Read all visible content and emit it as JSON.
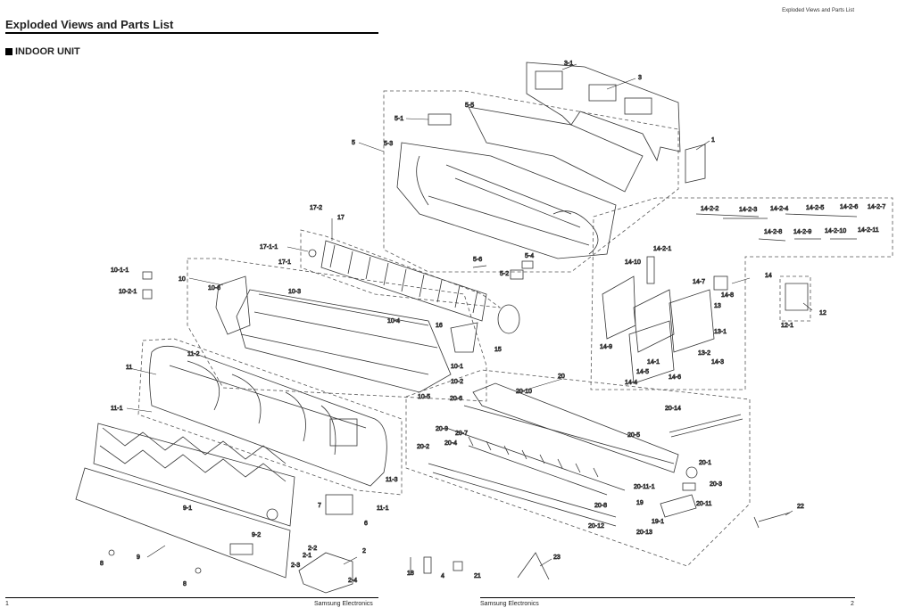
{
  "header": {
    "title": "Exploded Views and Parts List",
    "section": "INDOOR UNIT",
    "right_title": "Exploded Views and Parts List"
  },
  "footer": {
    "left_page": "1",
    "left_brand": "Samsung Electronics",
    "right_brand": "Samsung Electronics",
    "right_page": "2"
  },
  "labels": {
    "l3_1": "3-1",
    "l3": "3",
    "l1": "1",
    "l5_5": "5-5",
    "l5_1": "5-1",
    "l5": "5",
    "l5_3": "5-3",
    "l17_2": "17-2",
    "l17": "17",
    "l17_1_1": "17-1-1",
    "l17_1": "17-1",
    "l5_6": "5-6",
    "l5_4": "5-4",
    "l5_2": "5-2",
    "l10_1_1": "10-1-1",
    "l10_2_1": "10-2-1",
    "l10": "10",
    "l10_6": "10-6",
    "l10_3": "10-3",
    "l10_4": "10-4",
    "l16": "16",
    "l15": "15",
    "l10_1": "10-1",
    "l10_2": "10-2",
    "l10_5": "10-5",
    "l11": "11",
    "l11_2": "11-2",
    "l11_1": "11-1",
    "l11_3": "11-3",
    "l11_1b": "11-1",
    "l9_1": "9-1",
    "l9_2": "9-2",
    "l9": "9",
    "l8a": "8",
    "l8b": "8",
    "l7": "7",
    "l6": "6",
    "l2_2": "2-2",
    "l2_1": "2-1",
    "l2_3": "2-3",
    "l2": "2",
    "l2_4": "2-4",
    "l18": "18",
    "l4": "4",
    "l21": "21",
    "l23": "23",
    "l22": "22",
    "l20": "20",
    "l20_10": "20-10",
    "l20_6": "20-6",
    "l20_9": "20-9",
    "l20_7": "20-7",
    "l20_2": "20-2",
    "l20_4": "20-4",
    "l20_5": "20-5",
    "l20_14": "20-14",
    "l20_1": "20-1",
    "l20_3": "20-3",
    "l20_11_1": "20-11-1",
    "l20_11": "20-11",
    "l20_8": "20-8",
    "l20_12": "20-12",
    "l20_13": "20-13",
    "l19": "19",
    "l19_1": "19-1",
    "l14_2_2": "14-2-2",
    "l14_2_3": "14-2-3",
    "l14_2_4": "14-2-4",
    "l14_2_5": "14-2-5",
    "l14_2_6": "14-2-6",
    "l14_2_7": "14-2-7",
    "l14_2_8": "14-2-8",
    "l14_2_9": "14-2-9",
    "l14_2_10": "14-2-10",
    "l14_2_11": "14-2-11",
    "l14_2_1": "14-2-1",
    "l14_10": "14-10",
    "l14_7": "14-7",
    "l14_8": "14-8",
    "l14": "14",
    "l13": "13",
    "l13_1": "13-1",
    "l14_9": "14-9",
    "l14_1": "14-1",
    "l14_5": "14-5",
    "l13_2": "13-2",
    "l14_3": "14-3",
    "l14_6": "14-6",
    "l14_4": "14-4",
    "l12": "12",
    "l12_1": "12-1"
  },
  "colors": {
    "line": "#222222",
    "part": "#444444",
    "dash": "#555555"
  }
}
